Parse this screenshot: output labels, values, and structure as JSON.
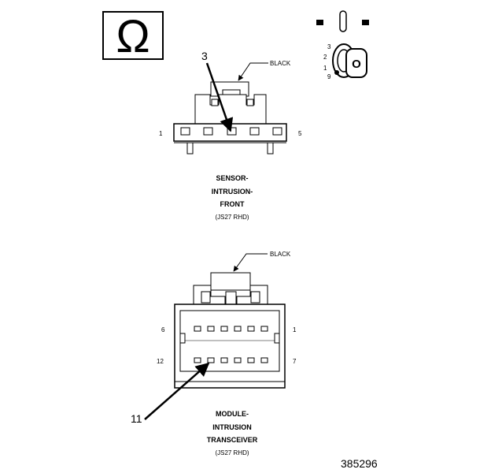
{
  "omega_symbol": "Ω",
  "key_positions": [
    "3",
    "2",
    "1",
    "9"
  ],
  "key_letter": "O",
  "sensor": {
    "wire_color": "BLACK",
    "callout_pin": "3",
    "pin_start": "1",
    "pin_end": "5",
    "caption": [
      "SENSOR-",
      "INTRUSION-",
      "FRONT",
      "(JS27 RHD)"
    ]
  },
  "module": {
    "wire_color": "BLACK",
    "callout_pin": "11",
    "pin_top_left": "6",
    "pin_top_right": "1",
    "pin_bottom_left": "12",
    "pin_bottom_right": "7",
    "caption": [
      "MODULE-",
      "INTRUSION",
      "TRANSCEIVER",
      "(JS27 RHD)"
    ]
  },
  "figure_number": "385296"
}
